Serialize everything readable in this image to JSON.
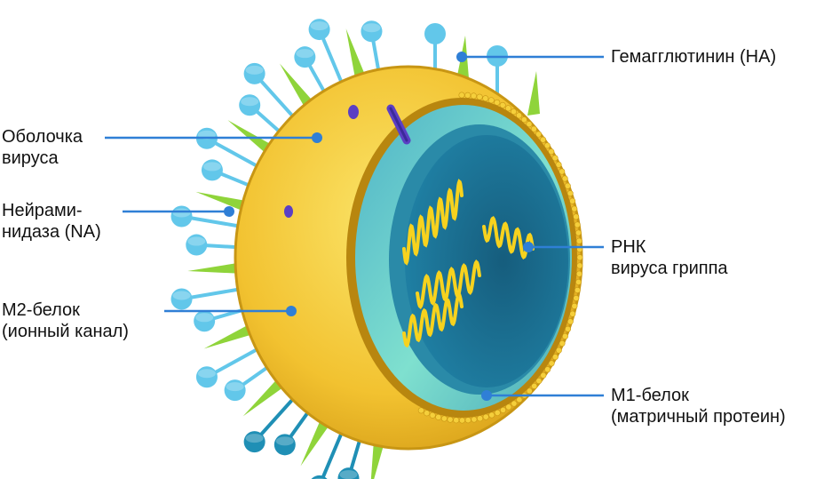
{
  "labels": {
    "hemagglutinin": "Гемагглютинин (HA)",
    "envelope": [
      "Оболочка",
      "вируса"
    ],
    "neuraminidase": [
      "Нейрами-",
      "нидаза (NA)"
    ],
    "rna": [
      "РНК",
      "вируса гриппа"
    ],
    "m2": [
      "M2-белок",
      "(ионный канал)"
    ],
    "m1": [
      "M1-белок",
      "(матричный протеин)"
    ]
  },
  "colors": {
    "leader": "#2f7fd6",
    "dot": "#2f7fd6",
    "envelope": "#f2c230",
    "envelope_edge": "#c89614",
    "hemagglutinin": "#62c7ea",
    "hemagglutinin_dark": "#1f8fb5",
    "neuraminidase": "#8fd43a",
    "m2": "#5b3fc4",
    "matrix": "#78d9c8",
    "core": "#1c6f92",
    "rna": "#f7d21e"
  }
}
